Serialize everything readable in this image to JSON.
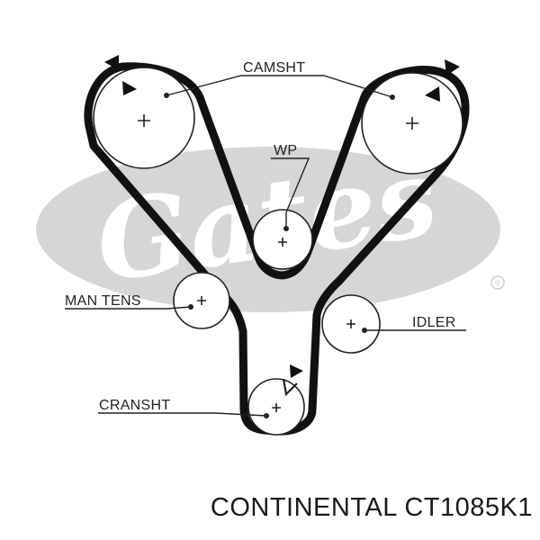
{
  "labels": {
    "camshaft": "CAMSHT",
    "water_pump": "WP",
    "manual_tensioner": "MAN TENS",
    "idler": "IDLER",
    "crankshaft": "CRANSHT"
  },
  "watermark": {
    "text": "Gates",
    "registered": "®",
    "color": "#d6d6d6"
  },
  "caption": "CONTINENTAL CT1085K1",
  "colors": {
    "belt": "#111111",
    "pulley": "#222222",
    "label": "#222222"
  }
}
